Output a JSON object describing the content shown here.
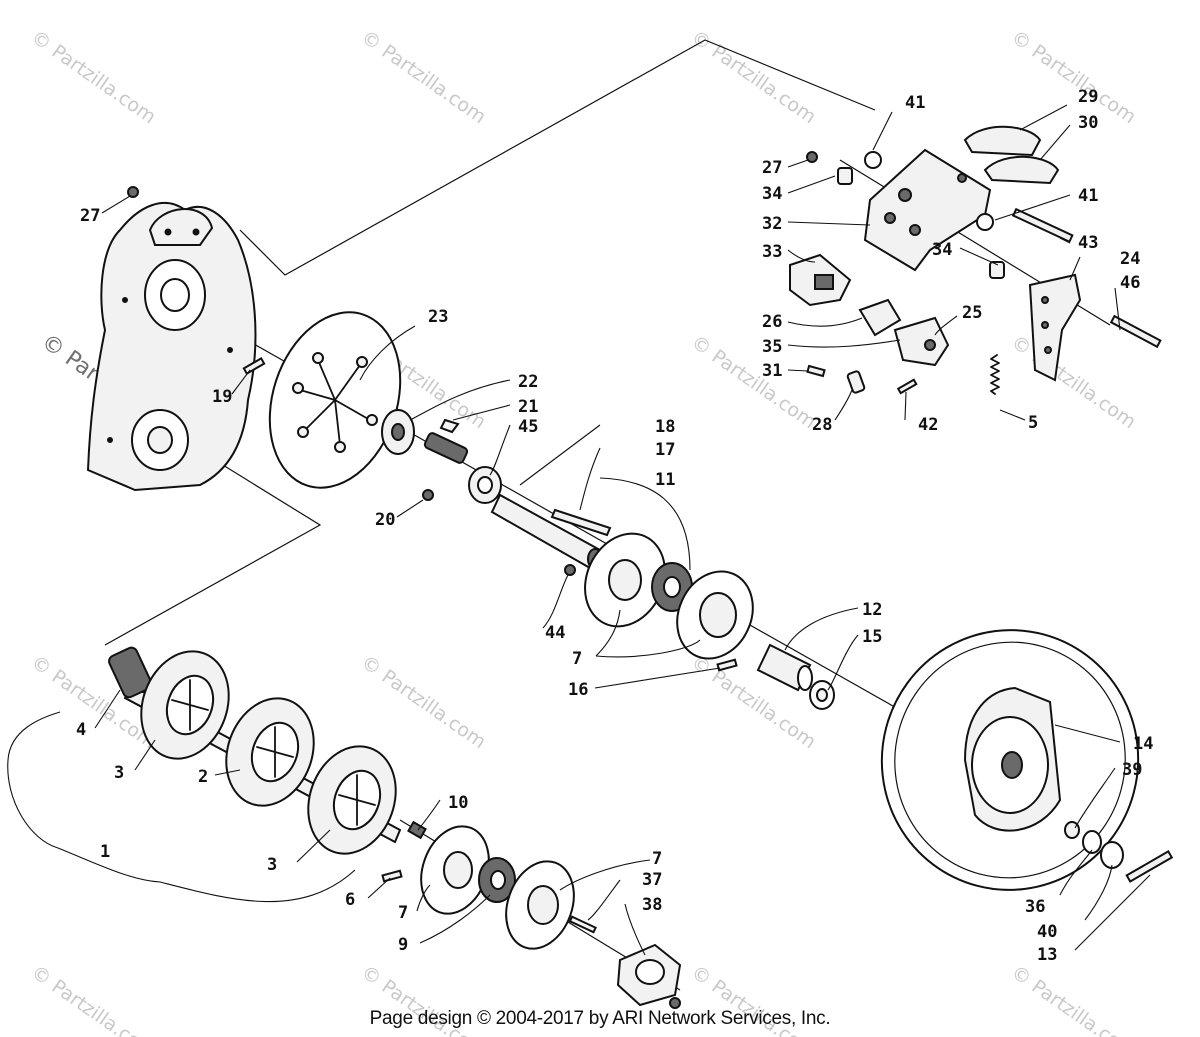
{
  "footer": {
    "text": "Page design © 2004-2017 by ARI Network Services, Inc."
  },
  "watermark": {
    "text": "© Partzilla.com",
    "color": "#c9c9c9"
  },
  "callouts": [
    {
      "id": "c1",
      "label": "1"
    },
    {
      "id": "c2",
      "label": "2"
    },
    {
      "id": "c3a",
      "label": "3"
    },
    {
      "id": "c3b",
      "label": "3"
    },
    {
      "id": "c4",
      "label": "4"
    },
    {
      "id": "c5",
      "label": "5"
    },
    {
      "id": "c6",
      "label": "6"
    },
    {
      "id": "c7a",
      "label": "7"
    },
    {
      "id": "c7b",
      "label": "7"
    },
    {
      "id": "c7c",
      "label": "7"
    },
    {
      "id": "c9",
      "label": "9"
    },
    {
      "id": "c10",
      "label": "10"
    },
    {
      "id": "c11",
      "label": "11"
    },
    {
      "id": "c12",
      "label": "12"
    },
    {
      "id": "c13",
      "label": "13"
    },
    {
      "id": "c14",
      "label": "14"
    },
    {
      "id": "c15",
      "label": "15"
    },
    {
      "id": "c16",
      "label": "16"
    },
    {
      "id": "c17",
      "label": "17"
    },
    {
      "id": "c18",
      "label": "18"
    },
    {
      "id": "c19",
      "label": "19"
    },
    {
      "id": "c20",
      "label": "20"
    },
    {
      "id": "c21",
      "label": "21"
    },
    {
      "id": "c22",
      "label": "22"
    },
    {
      "id": "c23",
      "label": "23"
    },
    {
      "id": "c24",
      "label": "24"
    },
    {
      "id": "c25",
      "label": "25"
    },
    {
      "id": "c26",
      "label": "26"
    },
    {
      "id": "c27a",
      "label": "27"
    },
    {
      "id": "c27b",
      "label": "27"
    },
    {
      "id": "c28",
      "label": "28"
    },
    {
      "id": "c29",
      "label": "29"
    },
    {
      "id": "c30",
      "label": "30"
    },
    {
      "id": "c31",
      "label": "31"
    },
    {
      "id": "c32",
      "label": "32"
    },
    {
      "id": "c33",
      "label": "33"
    },
    {
      "id": "c34a",
      "label": "34"
    },
    {
      "id": "c34b",
      "label": "34"
    },
    {
      "id": "c35",
      "label": "35"
    },
    {
      "id": "c36",
      "label": "36"
    },
    {
      "id": "c37",
      "label": "37"
    },
    {
      "id": "c38",
      "label": "38"
    },
    {
      "id": "c39",
      "label": "39"
    },
    {
      "id": "c40",
      "label": "40"
    },
    {
      "id": "c41a",
      "label": "41"
    },
    {
      "id": "c41b",
      "label": "41"
    },
    {
      "id": "c42",
      "label": "42"
    },
    {
      "id": "c43",
      "label": "43"
    },
    {
      "id": "c44",
      "label": "44"
    },
    {
      "id": "c45",
      "label": "45"
    },
    {
      "id": "c46",
      "label": "46"
    }
  ]
}
